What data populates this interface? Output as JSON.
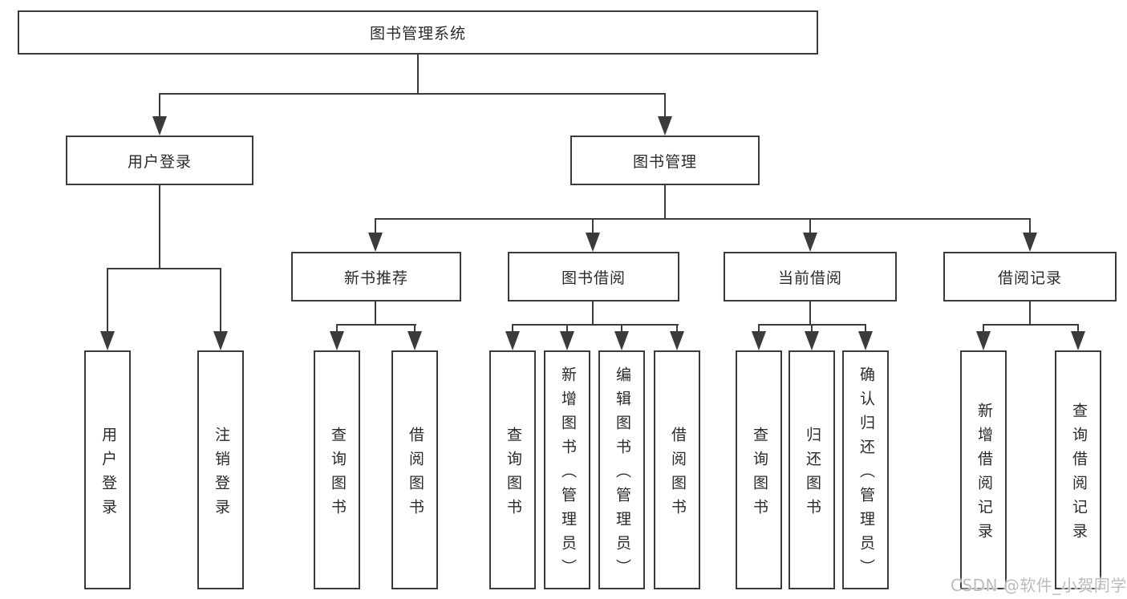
{
  "colors": {
    "line": "#3b3b3b",
    "text": "#2a2a2a",
    "background": "#ffffff",
    "watermark": "#bcbcbc"
  },
  "watermark": {
    "text": "CSDN @软件_小贺同学"
  },
  "tree": {
    "label": "图书管理系统",
    "children": [
      {
        "label": "用户登录",
        "children": [
          {
            "label": "用户登录"
          },
          {
            "label": "注销登录"
          }
        ]
      },
      {
        "label": "图书管理",
        "children": [
          {
            "label": "新书推荐",
            "children": [
              {
                "label": "查询图书"
              },
              {
                "label": "借阅图书"
              }
            ]
          },
          {
            "label": "图书借阅",
            "children": [
              {
                "label": "查询图书"
              },
              {
                "label": "新增图书（管理员）"
              },
              {
                "label": "编辑图书（管理员）"
              },
              {
                "label": "借阅图书"
              }
            ]
          },
          {
            "label": "当前借阅",
            "children": [
              {
                "label": "查询图书"
              },
              {
                "label": "归还图书"
              },
              {
                "label": "确认归还（管理员）"
              }
            ]
          },
          {
            "label": "借阅记录",
            "children": [
              {
                "label": "新增借阅记录"
              },
              {
                "label": "查询借阅记录"
              }
            ]
          }
        ]
      }
    ]
  }
}
